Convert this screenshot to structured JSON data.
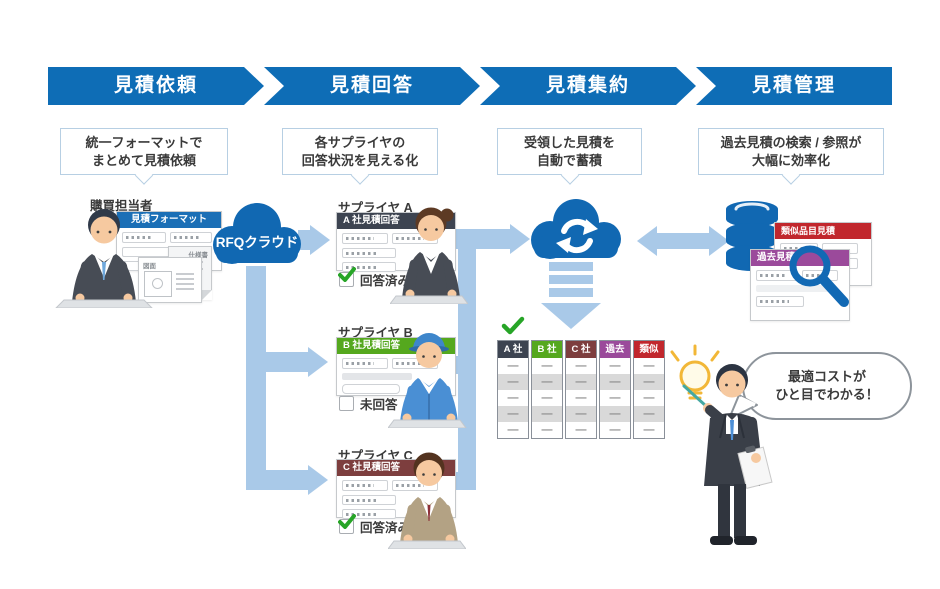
{
  "stages": [
    {
      "label": "見積依頼",
      "note1": "統一フォーマットで",
      "note2": "まとめて見積依頼"
    },
    {
      "label": "見積回答",
      "note1": "各サプライヤの",
      "note2": "回答状況を見える化"
    },
    {
      "label": "見積集約",
      "note1": "受領した見積を",
      "note2": "自動で蓄積"
    },
    {
      "label": "見積管理",
      "note1": "過去見積の検索 / 参照が",
      "note2": "大幅に効率化"
    }
  ],
  "requester": {
    "role": "購買担当者",
    "form_title": "見積フォーマット",
    "spec_doc_label": "仕様書",
    "drawing_doc_label": "図面"
  },
  "rfq_cloud": {
    "label": "RFQクラウド"
  },
  "suppliers": [
    {
      "name": "サプライヤ A",
      "form_title": "A 社見積回答",
      "status": "回答済み",
      "answered": true,
      "header_color": "#3d4451"
    },
    {
      "name": "サプライヤ B",
      "form_title": "B 社見積回答",
      "status": "未回答",
      "answered": false,
      "header_color": "#55a81e"
    },
    {
      "name": "サプライヤ C",
      "form_title": "C 社見積回答",
      "status": "回答済み",
      "answered": true,
      "header_color": "#7d3e3e"
    }
  ],
  "summary_table": {
    "columns": [
      {
        "label": "A 社",
        "color": "#3d4451"
      },
      {
        "label": "B 社",
        "color": "#55a81e"
      },
      {
        "label": "C 社",
        "color": "#7d3e3e"
      },
      {
        "label": "過去",
        "color": "#9b4a9b"
      },
      {
        "label": "類似",
        "color": "#c1272d"
      }
    ],
    "row_count": 5,
    "cell_placeholder": "—"
  },
  "archive": {
    "similar_doc_title": "類似品目見積",
    "past_doc_title": "過去見積"
  },
  "callout": {
    "line1": "最適コストが",
    "line2": "ひと目でわかる！"
  },
  "icons": {
    "rfq_cloud": "cloud-icon",
    "aggregation": "cloud-sync-icon",
    "database": "database-icon",
    "search": "magnifier-icon",
    "idea": "lightbulb-icon",
    "answered": "check-icon"
  },
  "colors": {
    "banner_blue": "#0e6db6",
    "cloud_blue": "#1168b2",
    "arrow_light_blue": "#a9c9e8",
    "note_border": "#b7cfe3",
    "check_green": "#27a527",
    "past_purple": "#9b4a9b",
    "similar_red": "#c1272d"
  }
}
